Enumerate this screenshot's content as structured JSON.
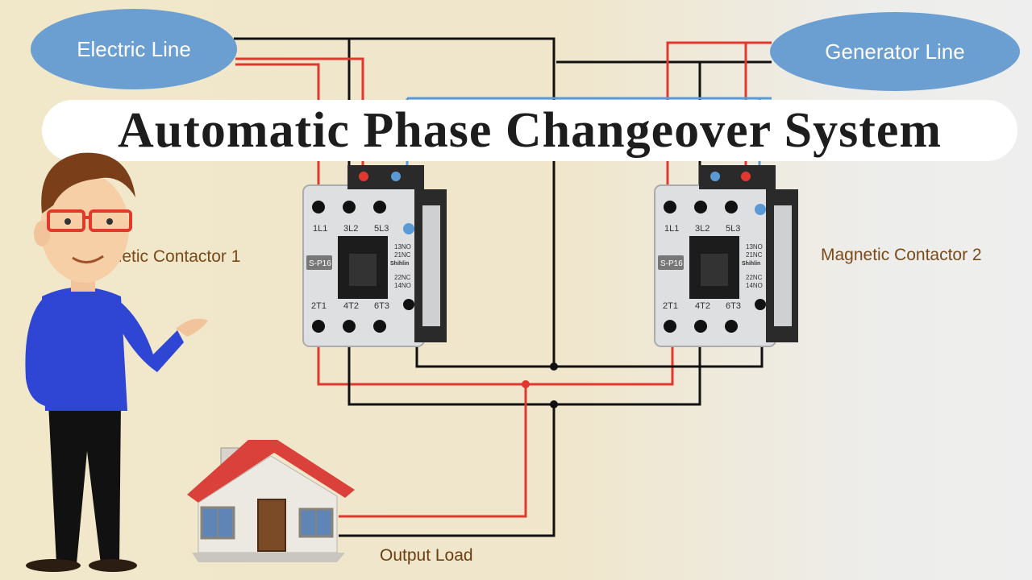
{
  "title": "Automatic Phase Changeover System",
  "electric_line": {
    "label": "Electric Line"
  },
  "generator_line": {
    "label": "Generator Line"
  },
  "contactor_1": {
    "label": "gnetic Contactor 1",
    "model": "S-P16",
    "brand": "Shihlin",
    "line_terminals": [
      "1L1",
      "3L2",
      "5L3"
    ],
    "load_terminals": [
      "2T1",
      "4T2",
      "6T3"
    ],
    "aux_terminals": [
      "13NO",
      "21NC",
      "22NC",
      "14NO"
    ]
  },
  "contactor_2": {
    "label": "Magnetic Contactor 2",
    "model": "S-P16",
    "brand": "Shihlin",
    "line_terminals": [
      "1L1",
      "3L2",
      "5L3"
    ],
    "load_terminals": [
      "2T1",
      "4T2",
      "6T3"
    ],
    "aux_terminals": [
      "13NO",
      "21NC",
      "22NC",
      "14NO"
    ]
  },
  "output_load": {
    "label": "Output Load"
  },
  "colors": {
    "ellipse": "#6b9fd2",
    "wire_live": "#e0372e",
    "wire_neutral": "#111111",
    "wire_control": "#5b9bd5",
    "roof": "#d9413a"
  },
  "icons": [
    "presenter-character",
    "house-icon",
    "contactor-icon"
  ]
}
